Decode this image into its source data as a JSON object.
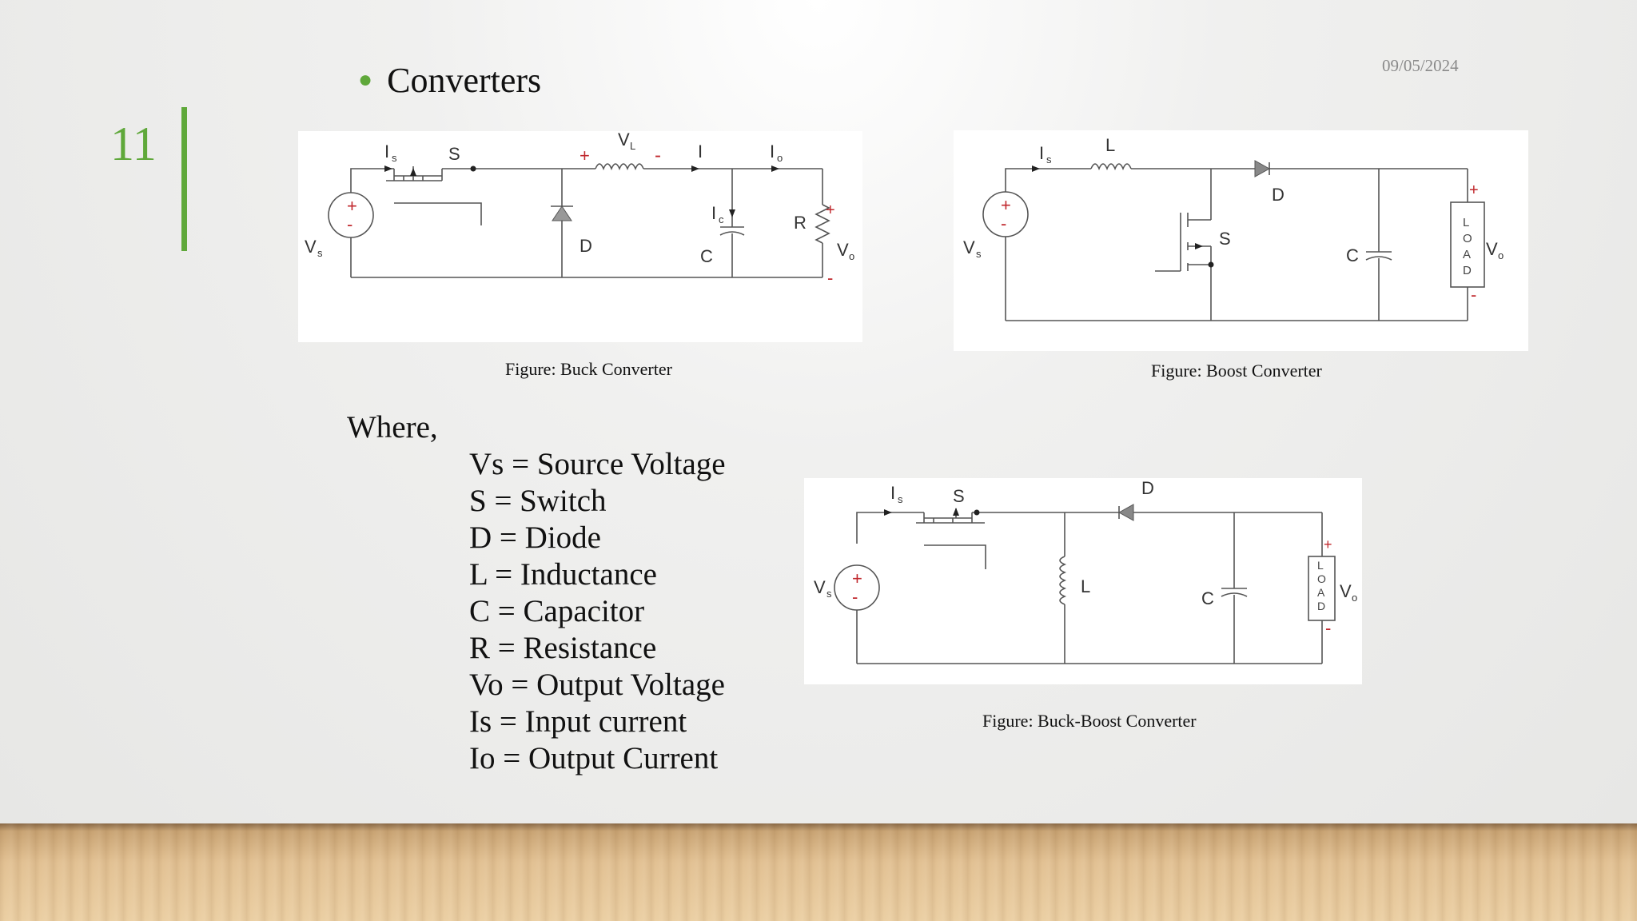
{
  "slide": {
    "number": "11",
    "date": "09/05/2024",
    "bullet": "Converters",
    "accent_color": "#5fa83a"
  },
  "figures": {
    "buck": {
      "caption": "Figure: Buck Converter",
      "labels": {
        "is": "I",
        "is_sub": "s",
        "s": "S",
        "vl": "V",
        "vl_sub": "L",
        "i": "I",
        "io": "I",
        "io_sub": "o",
        "ic": "I",
        "ic_sub": "c",
        "r": "R",
        "vs": "V",
        "vs_sub": "s",
        "d": "D",
        "c": "C",
        "vo": "V",
        "vo_sub": "o",
        "plus": "+",
        "minus": "-"
      }
    },
    "boost": {
      "caption": "Figure: Boost Converter",
      "labels": {
        "is": "I",
        "is_sub": "s",
        "l": "L",
        "d": "D",
        "s": "S",
        "c": "C",
        "vs": "V",
        "vs_sub": "s",
        "vo": "V",
        "vo_sub": "o",
        "load": [
          "L",
          "O",
          "A",
          "D"
        ],
        "plus": "+",
        "minus": "-"
      }
    },
    "buckboost": {
      "caption": "Figure: Buck-Boost Converter",
      "labels": {
        "is": "I",
        "is_sub": "s",
        "s": "S",
        "d": "D",
        "l": "L",
        "c": "C",
        "vs": "V",
        "vs_sub": "s",
        "vo": "V",
        "vo_sub": "o",
        "load": [
          "L",
          "O",
          "A",
          "D"
        ],
        "plus": "+",
        "minus": "-"
      }
    }
  },
  "where_label": "Where,",
  "definitions": [
    "Vs = Source Voltage",
    "S = Switch",
    "D = Diode",
    "L = Inductance",
    "C = Capacitor",
    "R = Resistance",
    "Vo = Output Voltage",
    "Is = Input current",
    "Io = Output Current"
  ]
}
